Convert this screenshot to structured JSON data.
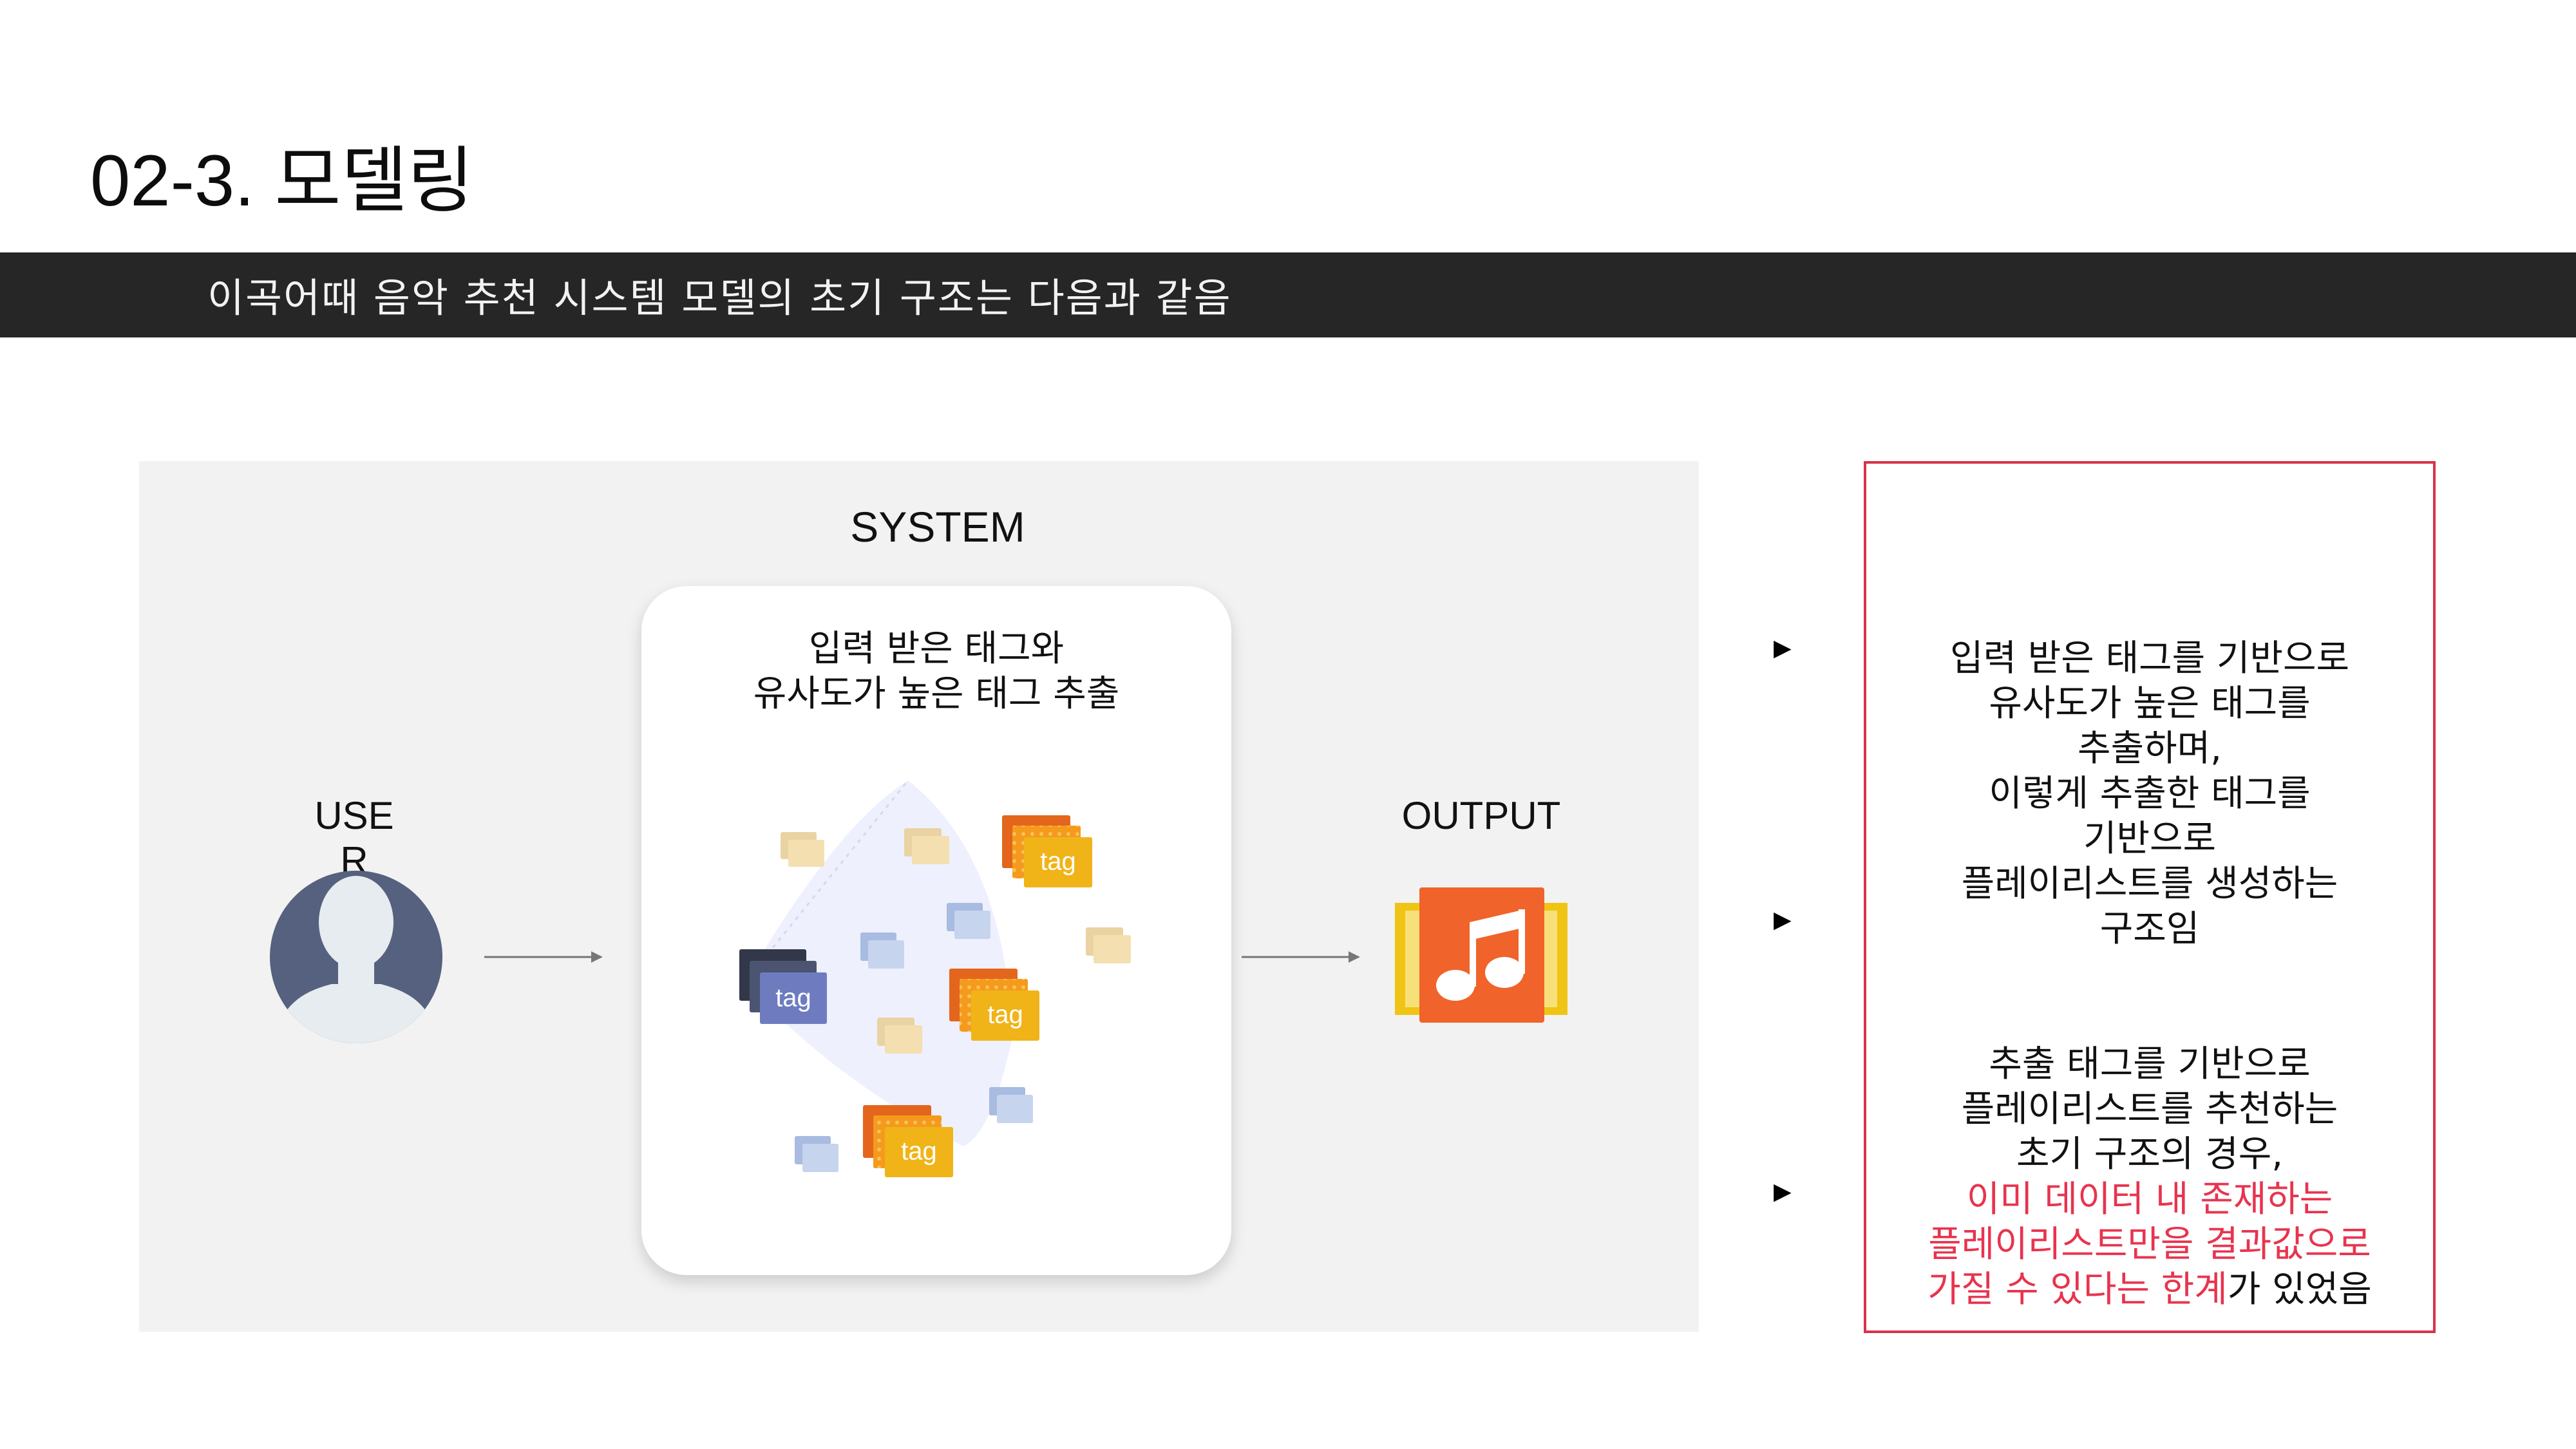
{
  "header": {
    "title": "02-3. 모델링",
    "banner": "이곡어때 음악 추천 시스템 모델의 초기 구조는 다음과 같음"
  },
  "diagram": {
    "system_label": "SYSTEM",
    "card_lines": [
      "입력 받은 태그와",
      "유사도가 높은 태그 추출"
    ],
    "user_label_lines": [
      "USE",
      "R"
    ],
    "output_label": "OUTPUT",
    "tag_text": "tag"
  },
  "notes": {
    "bullet": "▶",
    "note1": {
      "lines": [
        "입력 받은 태그를 기반으로",
        "유사도가 높은 태그를",
        "추출하며,",
        "이렇게 추출한 태그를",
        "기반으로",
        "플레이리스트를 생성하는",
        "구조임"
      ]
    },
    "note2": {
      "lines": [
        "추출 태그를 기반으로",
        "플레이리스트를 추천하는",
        "초기 구조의 경우,"
      ],
      "red_lines": [
        "이미 데이터 내 존재하는",
        "플레이리스트만을 결과값으로"
      ],
      "last_red": "가질 수 있다는 한계",
      "last_black": "가 있었음"
    }
  },
  "colors": {
    "banner": "#262626",
    "panel": "#f2f2f2",
    "accent_red": "#e8344e",
    "box_border": "#d9324a",
    "avatar": "#56617f",
    "music_icon": "#f0632b",
    "tag_orange": "#f0b418",
    "tag_slate": "#6e7cbf",
    "tag_cream": "#f4dfb0",
    "tag_blue": "#b8c9e6"
  },
  "icons": {
    "user": "user-avatar-icon",
    "output": "music-note-icon",
    "tags": "tag-stack-icon"
  }
}
